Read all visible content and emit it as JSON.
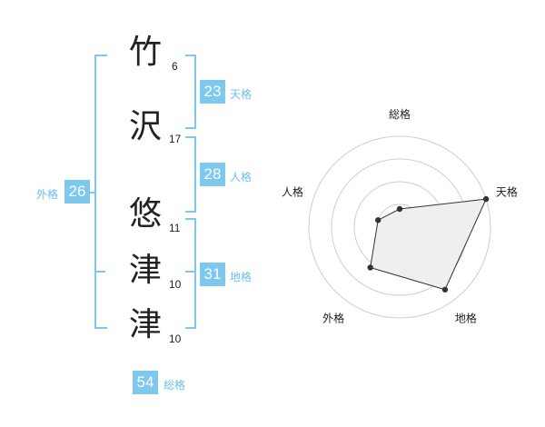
{
  "name_chars": [
    {
      "char": "竹",
      "strokes": "6"
    },
    {
      "char": "沢",
      "strokes": "17"
    },
    {
      "char": "悠",
      "strokes": "11"
    },
    {
      "char": "津",
      "strokes": "10"
    },
    {
      "char": "津",
      "strokes": "10"
    }
  ],
  "fortunes": {
    "tenkaku": {
      "value": "23",
      "label": "天格"
    },
    "jinkaku": {
      "value": "28",
      "label": "人格"
    },
    "chikaku": {
      "value": "31",
      "label": "地格"
    },
    "gaikaku": {
      "value": "26",
      "label": "外格"
    },
    "soukaku": {
      "value": "54",
      "label": "総格"
    }
  },
  "colors": {
    "accent": "#7cc8ef",
    "accent_text": "#6cc0ec"
  },
  "chart_data": {
    "type": "radar",
    "axes": [
      "総格",
      "天格",
      "地格",
      "外格",
      "人格"
    ],
    "rings": 4,
    "values": [
      0.2,
      1.0,
      0.85,
      0.55,
      0.25
    ],
    "fill": "#efefef",
    "stroke": "#333333"
  }
}
